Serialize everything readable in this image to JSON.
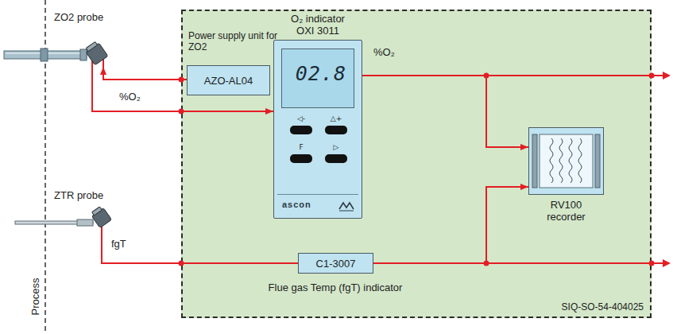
{
  "diagram": {
    "nodes": [
      {
        "text": [
          "ZO2 probe"
        ]
      },
      {
        "text": [
          "ZTR probe"
        ]
      },
      {
        "text": [
          "SIQ-SO-54-404025"
        ]
      },
      {
        "text": [
          "Power supply unit for ZO2",
          "AZO-AL04"
        ],
        "in": 2
      },
      {
        "text": [
          "O₂ indicator OXI 3011",
          "02.8",
          "◁-",
          "△+",
          "F",
          "▷",
          "ascon"
        ],
        "in": 2
      },
      {
        "text": [
          "RV100 recorder"
        ],
        "in": 2
      },
      {
        "text": [
          "C1-3007",
          "Flue gas Temp (fgT) indicator"
        ],
        "in": 2
      }
    ],
    "edges": [
      {
        "from": 3,
        "to": 0,
        "arrow": "to"
      },
      {
        "from": 0,
        "to": 4,
        "label": "%O₂",
        "arrow": "to"
      },
      {
        "from": 4,
        "to": 5,
        "arrow": "to"
      },
      {
        "from": 1,
        "to": 6,
        "label": "fgT",
        "arrow": "none"
      },
      {
        "from": 6,
        "to": 5,
        "arrow": "to"
      }
    ],
    "labels": [
      "%O₂",
      "Process"
    ]
  }
}
